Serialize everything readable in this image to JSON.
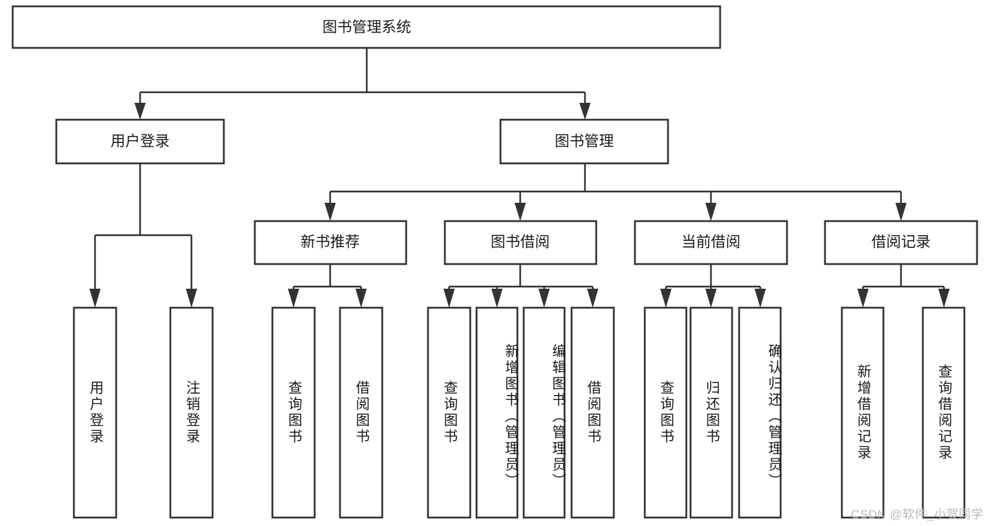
{
  "diagram": {
    "title": "图书管理系统",
    "type": "tree",
    "watermark": "CSDN @软件_小贺同学",
    "colors": {
      "background": "#ffffff",
      "node_stroke": "#333333",
      "node_fill": "#ffffff",
      "text": "#1a1a1a",
      "watermark": "#b9b9b9"
    },
    "nodes": {
      "root": {
        "label": "图书管理系统"
      },
      "level1": [
        {
          "id": "user-login",
          "label": "用户登录"
        },
        {
          "id": "book-manage",
          "label": "图书管理"
        }
      ],
      "level2": [
        {
          "id": "new-book-recommend",
          "label": "新书推荐"
        },
        {
          "id": "book-borrow",
          "label": "图书借阅"
        },
        {
          "id": "current-borrow",
          "label": "当前借阅"
        },
        {
          "id": "borrow-record",
          "label": "借阅记录"
        }
      ],
      "leaves": {
        "user-login": [
          {
            "id": "leaf-user-login",
            "label": "用户登录"
          },
          {
            "id": "leaf-user-logout",
            "label": "注销登录"
          }
        ],
        "new-book-recommend": [
          {
            "id": "leaf-query-book-1",
            "label": "查询图书"
          },
          {
            "id": "leaf-borrow-book-1",
            "label": "借阅图书"
          }
        ],
        "book-borrow": [
          {
            "id": "leaf-query-book-2",
            "label": "查询图书"
          },
          {
            "id": "leaf-add-book",
            "label": "新增图书（管理员）"
          },
          {
            "id": "leaf-edit-book",
            "label": "编辑图书（管理员）"
          },
          {
            "id": "leaf-borrow-book-2",
            "label": "借阅图书"
          }
        ],
        "current-borrow": [
          {
            "id": "leaf-query-book-3",
            "label": "查询图书"
          },
          {
            "id": "leaf-return-book",
            "label": "归还图书"
          },
          {
            "id": "leaf-confirm-return",
            "label": "确认归还（管理员）"
          }
        ],
        "borrow-record": [
          {
            "id": "leaf-add-record",
            "label": "新增借阅记录"
          },
          {
            "id": "leaf-query-record",
            "label": "查询借阅记录"
          }
        ]
      }
    }
  }
}
